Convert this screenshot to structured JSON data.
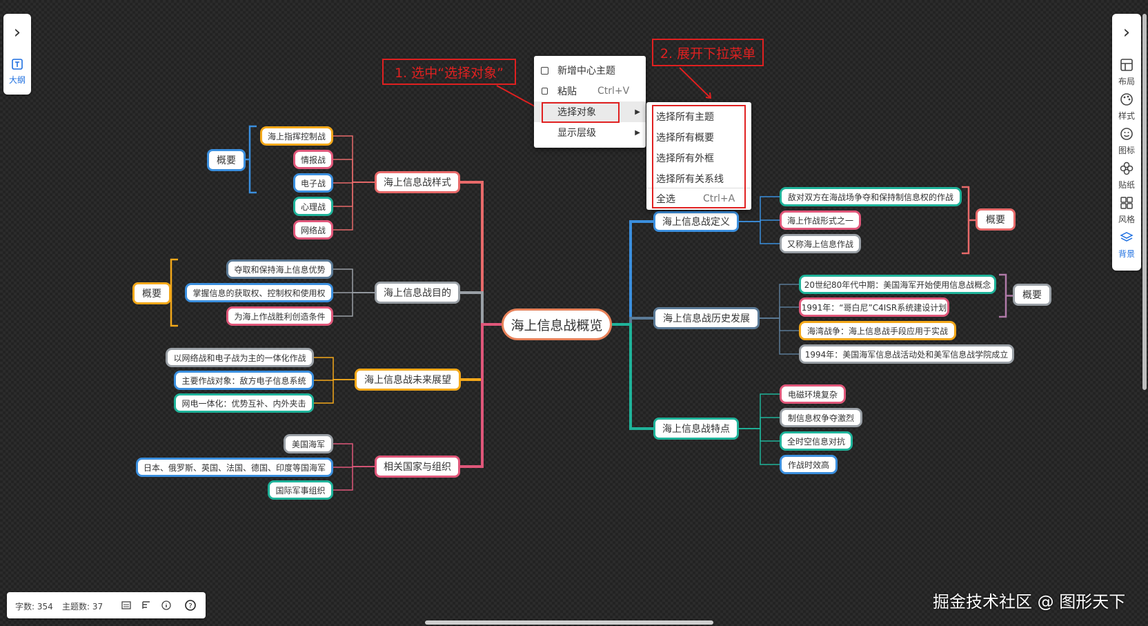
{
  "mindmap": {
    "root": {
      "id": "root",
      "label": "海上信息战概览"
    },
    "branches": [
      {
        "id": "styles",
        "label": "海上信息战样式",
        "color": "#e86a6a",
        "side": "left"
      },
      {
        "id": "purpose",
        "label": "海上信息战目的",
        "color": "#9aa0a6",
        "side": "left"
      },
      {
        "id": "future",
        "label": "海上信息战未来展望",
        "color": "#f3a81a",
        "side": "left"
      },
      {
        "id": "orgs",
        "label": "相关国家与组织",
        "color": "#e0577a",
        "side": "left"
      },
      {
        "id": "definition",
        "label": "海上信息战定义",
        "color": "#3b8fde",
        "side": "right"
      },
      {
        "id": "history",
        "label": "海上信息战历史发展",
        "color": "#5b7a96",
        "side": "right"
      },
      {
        "id": "traits",
        "label": "海上信息战特点",
        "color": "#1fb39a",
        "side": "right"
      }
    ],
    "children": [
      {
        "id": "s1",
        "parent": "styles",
        "label": "海上指挥控制战",
        "color": "#f3a81a"
      },
      {
        "id": "s2",
        "parent": "styles",
        "label": "情报战",
        "color": "#e0577a"
      },
      {
        "id": "s3",
        "parent": "styles",
        "label": "电子战",
        "color": "#3b8fde"
      },
      {
        "id": "s4",
        "parent": "styles",
        "label": "心理战",
        "color": "#1fb39a"
      },
      {
        "id": "s5",
        "parent": "styles",
        "label": "网络战",
        "color": "#e0577a"
      },
      {
        "id": "p1",
        "parent": "purpose",
        "label": "夺取和保持海上信息优势",
        "color": "#5b7a96"
      },
      {
        "id": "p2",
        "parent": "purpose",
        "label": "掌握信息的获取权、控制权和使用权",
        "color": "#3b8fde"
      },
      {
        "id": "p3",
        "parent": "purpose",
        "label": "为海上作战胜利创造条件",
        "color": "#e0577a"
      },
      {
        "id": "f1",
        "parent": "future",
        "label": "以网络战和电子战为主的一体化作战",
        "color": "#9aa0a6"
      },
      {
        "id": "f2",
        "parent": "future",
        "label": "主要作战对象：敌方电子信息系统",
        "color": "#3b8fde"
      },
      {
        "id": "f3",
        "parent": "future",
        "label": "网电一体化：优势互补、内外夹击",
        "color": "#1fb39a"
      },
      {
        "id": "o1",
        "parent": "orgs",
        "label": "美国海军",
        "color": "#9aa0a6"
      },
      {
        "id": "o2",
        "parent": "orgs",
        "label": "日本、俄罗斯、英国、法国、德国、印度等国海军",
        "color": "#3b8fde"
      },
      {
        "id": "o3",
        "parent": "orgs",
        "label": "国际军事组织",
        "color": "#1fb39a"
      },
      {
        "id": "d1",
        "parent": "definition",
        "label": "敌对双方在海战场争夺和保持制信息权的作战",
        "color": "#1fb39a"
      },
      {
        "id": "d2",
        "parent": "definition",
        "label": "海上作战形式之一",
        "color": "#e0577a"
      },
      {
        "id": "d3",
        "parent": "definition",
        "label": "又称海上信息作战",
        "color": "#9aa0a6"
      },
      {
        "id": "h1",
        "parent": "history",
        "label": "20世纪80年代中期：美国海军开始使用信息战概念",
        "color": "#1fb39a"
      },
      {
        "id": "h2",
        "parent": "history",
        "label": "1991年：“哥白尼”C4ISR系统建设计划",
        "color": "#e0577a"
      },
      {
        "id": "h3",
        "parent": "history",
        "label": "海湾战争：海上信息战手段应用于实战",
        "color": "#f3a81a"
      },
      {
        "id": "h4",
        "parent": "history",
        "label": "1994年：美国海军信息战活动处和美军信息战学院成立",
        "color": "#9aa0a6"
      },
      {
        "id": "t1",
        "parent": "traits",
        "label": "电磁环境复杂",
        "color": "#e0577a"
      },
      {
        "id": "t2",
        "parent": "traits",
        "label": "制信息权争夺激烈",
        "color": "#9aa0a6"
      },
      {
        "id": "t3",
        "parent": "traits",
        "label": "全时空信息对抗",
        "color": "#1fb39a"
      },
      {
        "id": "t4",
        "parent": "traits",
        "label": "作战时效高",
        "color": "#3b8fde"
      }
    ],
    "summaries": [
      {
        "id": "sum_styles",
        "label": "概要",
        "color": "#3b8fde",
        "bracket_color": "#3b8fde"
      },
      {
        "id": "sum_purpose",
        "label": "概要",
        "color": "#f3a81a",
        "bracket_color": "#f3a81a"
      },
      {
        "id": "sum_def",
        "label": "概要",
        "color": "#e86a6a",
        "bracket_color": "#e86a6a"
      },
      {
        "id": "sum_hist",
        "label": "概要",
        "color": "#9aa0a6",
        "bracket_color": "#b07aa8"
      }
    ]
  },
  "context_menu": {
    "items": [
      {
        "label": "新增中心主题",
        "shortcut": "",
        "icon": "center-topic-icon",
        "has_submenu": false
      },
      {
        "label": "粘贴",
        "shortcut": "Ctrl+V",
        "icon": "paste-icon",
        "has_submenu": false
      },
      {
        "label": "选择对象",
        "shortcut": "",
        "icon": "",
        "has_submenu": true,
        "highlighted": true
      },
      {
        "label": "显示层级",
        "shortcut": "",
        "icon": "",
        "has_submenu": true
      }
    ],
    "submenu": [
      {
        "label": "选择所有主题",
        "shortcut": ""
      },
      {
        "label": "选择所有概要",
        "shortcut": ""
      },
      {
        "label": "选择所有外框",
        "shortcut": ""
      },
      {
        "label": "选择所有关系线",
        "shortcut": ""
      },
      {
        "label": "全选",
        "shortcut": "Ctrl+A"
      }
    ]
  },
  "annotations": {
    "step1": "1. 选中“选择对象”",
    "step2": "2. 展开下拉菜单",
    "color": "#e02020"
  },
  "left_sidebar": {
    "outline_label": "大纲",
    "outline_icon": "outline-icon",
    "expand_icon": "chevron-right-icon"
  },
  "right_sidebar": {
    "expand_icon": "chevron-right-icon",
    "items": [
      {
        "label": "布局",
        "icon": "layout-icon",
        "active": false
      },
      {
        "label": "样式",
        "icon": "palette-icon",
        "active": false
      },
      {
        "label": "图标",
        "icon": "smile-icon",
        "active": false
      },
      {
        "label": "贴纸",
        "icon": "sticker-icon",
        "active": false
      },
      {
        "label": "风格",
        "icon": "grid-icon",
        "active": false
      },
      {
        "label": "背景",
        "icon": "layers-icon",
        "active": true
      }
    ]
  },
  "status_bar": {
    "word_count": "字数: 354",
    "topic_count": "主题数: 37"
  },
  "watermark": "掘金技术社区 @ 图形天下"
}
